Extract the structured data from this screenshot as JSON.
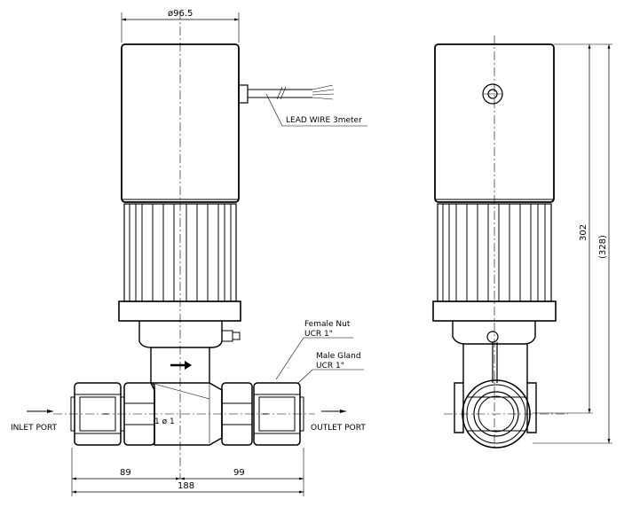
{
  "dimensions": {
    "actuator_diameter": "ø96.5",
    "inlet_length": "89",
    "outlet_length": "99",
    "overall_length": "188",
    "height": "302",
    "height_ref": "(328)"
  },
  "labels": {
    "lead_wire": "LEAD WIRE 3meter",
    "female_nut": "Female Nut",
    "female_nut_size": "UCR 1\"",
    "male_gland": "Male Gland",
    "male_gland_size": "UCR 1\"",
    "inlet_port": "INLET PORT",
    "outlet_port": "OUTLET PORT",
    "body_marking": "1 ø 1"
  }
}
